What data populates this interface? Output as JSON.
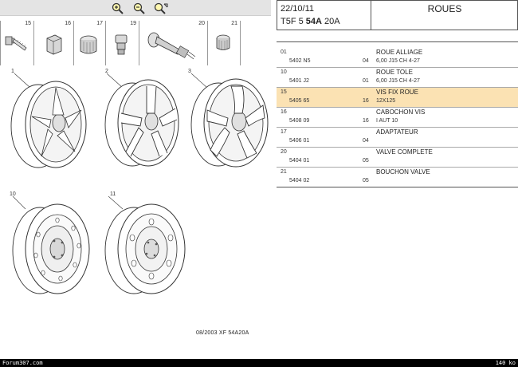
{
  "toolbar": {
    "zoom_in_icon": "zoom-in-icon",
    "zoom_out_icon": "zoom-out-icon",
    "zoom_reset_icon": "zoom-reset-icon"
  },
  "thumbnails": [
    "15",
    "16",
    "17",
    "19",
    "20",
    "21"
  ],
  "wheels": {
    "w1": "1",
    "w2": "2",
    "w3": "3",
    "w10": "10",
    "w11": "11"
  },
  "footer_ref": "08/2003  XF  54A20A",
  "header": {
    "date": "22/10/11",
    "code_prefix": "T5F 5 ",
    "code_bold": "54A",
    "code_suffix": " 20A",
    "title": "ROUES"
  },
  "parts": [
    {
      "num": "01",
      "desc": "ROUE ALLIAGE",
      "ref": "5402 N5",
      "qty": "04",
      "spec": "6,00 J15 CH 4-27",
      "selected": false
    },
    {
      "num": "10",
      "desc": "ROUE TOLE",
      "ref": "5401 J2",
      "qty": "01",
      "spec": "6,00 J15 CH 4-27",
      "selected": false
    },
    {
      "num": "15",
      "desc": "VIS FIX ROUE",
      "ref": "5405 65",
      "qty": "16",
      "spec": "12X125",
      "selected": true
    },
    {
      "num": "16",
      "desc": "CABOCHON VIS",
      "ref": "5408 09",
      "qty": "16",
      "spec": "I AUT 10",
      "selected": false
    },
    {
      "num": "17",
      "desc": "ADAPTATEUR",
      "ref": "5406 01",
      "qty": "04",
      "spec": "",
      "selected": false
    },
    {
      "num": "20",
      "desc": "VALVE COMPLETE",
      "ref": "5404 01",
      "qty": "05",
      "spec": "",
      "selected": false
    },
    {
      "num": "21",
      "desc": "BOUCHON VALVE",
      "ref": "5404 02",
      "qty": "05",
      "spec": "",
      "selected": false
    }
  ],
  "status": {
    "left": "Forum307.com",
    "right": "140 ko"
  },
  "colors": {
    "selected_row": "#fbe2b3",
    "toolbar": "#e4e4e4",
    "status_bar": "#000000"
  }
}
